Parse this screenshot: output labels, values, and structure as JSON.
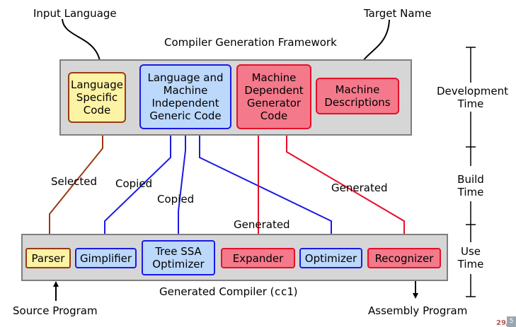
{
  "labels": {
    "input_language": "Input Language",
    "target_name": "Target Name",
    "framework_title": "Compiler Generation Framework",
    "generated_compiler_prefix": "Generated Compiler (",
    "generated_compiler_code": "cc1",
    "generated_compiler_suffix": ")",
    "source_program": "Source Program",
    "assembly_program": "Assembly Program"
  },
  "framework_boxes": {
    "lang_specific": [
      "Language",
      "Specific",
      "Code"
    ],
    "generic": [
      "Language and",
      "Machine",
      "Independent",
      "Generic Code"
    ],
    "machine_dep": [
      "Machine",
      "Dependent",
      "Generator",
      "Code"
    ],
    "machine_desc": [
      "Machine",
      "Descriptions"
    ]
  },
  "compiler_boxes": {
    "parser": "Parser",
    "gimplifier": "Gimplifier",
    "tree_ssa": [
      "Tree SSA",
      "Optimizer"
    ],
    "expander": "Expander",
    "optimizer": "Optimizer",
    "recognizer": "Recognizer"
  },
  "edge_labels": {
    "selected": "Selected",
    "copied_1": "Copied",
    "copied_2": "Copied",
    "generated_1": "Generated",
    "generated_2": "Generated"
  },
  "timeline": {
    "development": [
      "Development",
      "Time"
    ],
    "build": [
      "Build",
      "Time"
    ],
    "use": [
      "Use",
      "Time"
    ]
  },
  "page": {
    "current": "29/70",
    "chip": "5"
  },
  "colors": {
    "panel_fill": "#d6d6d6",
    "yellow_fill": "#fdf3a5",
    "yellow_border": "#9a3a12",
    "blue_fill": "#bcd8fb",
    "blue_border": "#1a1ae6",
    "red_fill": "#f4798b",
    "red_border": "#e60f2a"
  }
}
